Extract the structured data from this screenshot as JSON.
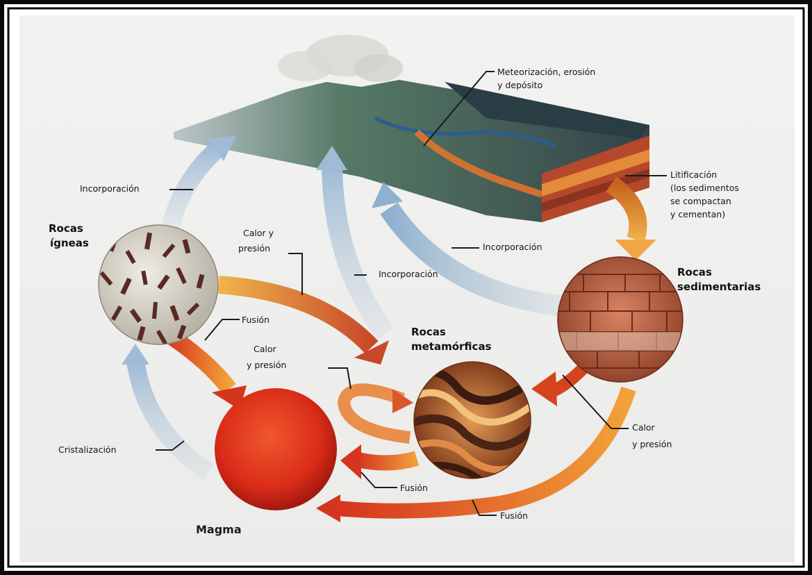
{
  "nodes": {
    "igneas": [
      "Rocas",
      "ígneas"
    ],
    "sedimentarias": [
      "Rocas",
      "sedimentarias"
    ],
    "metamorficas": [
      "Rocas",
      "metamórficas"
    ],
    "magma": "Magma"
  },
  "labels": {
    "meteorizacion": [
      "Meteorización, erosión",
      "y depósito"
    ],
    "litificacion": [
      "Litificación",
      "(los sedimentos",
      "se compactan",
      "y cementan)"
    ],
    "incorporacion_left": "Incorporación",
    "incorporacion_mid": "Incorporación",
    "incorporacion_right": "Incorporación",
    "calor_presion_top": [
      "Calor y",
      "presión"
    ],
    "calor_presion_mid": [
      "Calor",
      "y presión"
    ],
    "calor_presion_right": [
      "Calor",
      "y presión"
    ],
    "fusion_left": "Fusión",
    "fusion_mid": "Fusión",
    "fusion_bottom": "Fusión",
    "cristalizacion": "Cristalización"
  },
  "colors": {
    "frame": "#0a0a0a",
    "background": "#eeeeec",
    "incorporation_arrow": "#a9bfd4",
    "heat_arrow": "#e0731e",
    "magma": "#e1301a",
    "sediment_layers": "#b5482a"
  }
}
